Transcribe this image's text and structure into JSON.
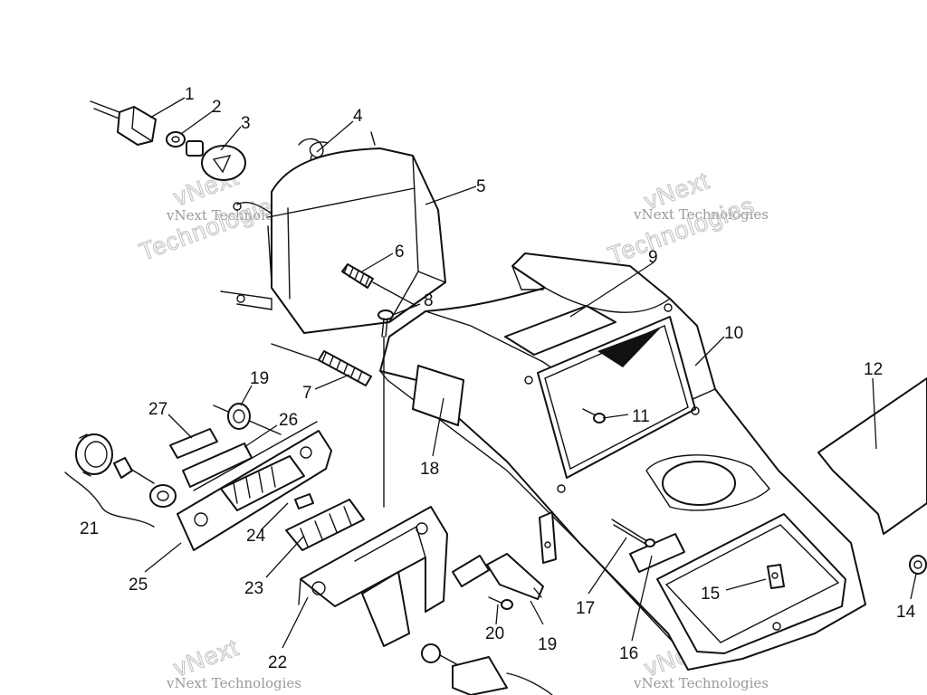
{
  "watermark": {
    "line_small": "vNext Technologies",
    "brand_part1": "vNext",
    "brand_part2": "Technologies"
  },
  "callouts": [
    {
      "id": "c1",
      "label": "1"
    },
    {
      "id": "c2",
      "label": "2"
    },
    {
      "id": "c3",
      "label": "3"
    },
    {
      "id": "c4",
      "label": "4"
    },
    {
      "id": "c5",
      "label": "5"
    },
    {
      "id": "c6",
      "label": "6"
    },
    {
      "id": "c7",
      "label": "7"
    },
    {
      "id": "c8",
      "label": "8"
    },
    {
      "id": "c9",
      "label": "9"
    },
    {
      "id": "c10",
      "label": "10"
    },
    {
      "id": "c11",
      "label": "11"
    },
    {
      "id": "c12",
      "label": "12"
    },
    {
      "id": "c14",
      "label": "14"
    },
    {
      "id": "c15",
      "label": "15"
    },
    {
      "id": "c16",
      "label": "16"
    },
    {
      "id": "c17",
      "label": "17"
    },
    {
      "id": "c18",
      "label": "18"
    },
    {
      "id": "c19a",
      "label": "19"
    },
    {
      "id": "c19b",
      "label": "19"
    },
    {
      "id": "c20",
      "label": "20"
    },
    {
      "id": "c21",
      "label": "21"
    },
    {
      "id": "c22",
      "label": "22"
    },
    {
      "id": "c23",
      "label": "23"
    },
    {
      "id": "c24",
      "label": "24"
    },
    {
      "id": "c25",
      "label": "25"
    },
    {
      "id": "c26",
      "label": "26"
    },
    {
      "id": "c27",
      "label": "27"
    }
  ]
}
